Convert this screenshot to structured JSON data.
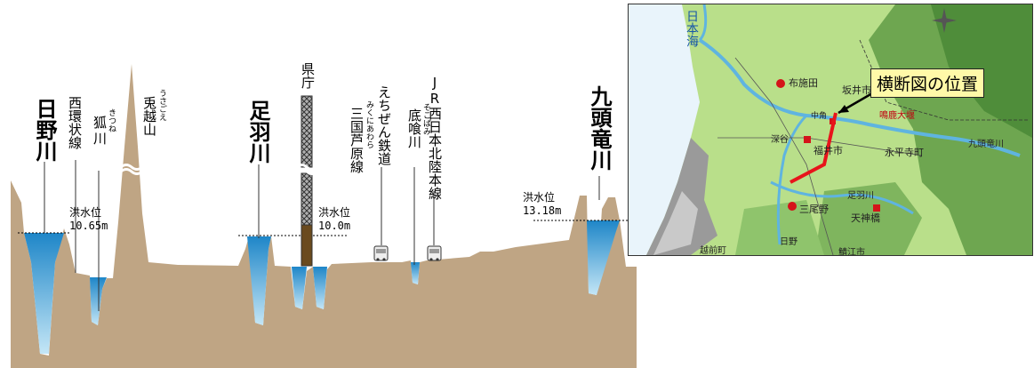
{
  "rivers": {
    "hino": "日野川",
    "asuwa": "足羽川",
    "kuzuryu": "九頭竜川"
  },
  "features": {
    "nishi_kanjo": "西環状線",
    "kitsune": "狐",
    "kitsune_ruby": "きつね",
    "kitsune_kawa": "川",
    "usagigoe": "兎越山",
    "usagigoe_ruby": "うさごえ",
    "kencho": "県庁",
    "echizen_tetsudo": "えちぜん鉄道",
    "mikuni_awara": "三国芦原線",
    "mikuni_awara_ruby": "みくにあわら",
    "sokobami": "底喰川",
    "sokobami_ruby": "そこばみ",
    "jr_line": "JR西日本北陸本線"
  },
  "water_levels": [
    {
      "label": "洪水位",
      "value": "10.65m"
    },
    {
      "label": "洪水位",
      "value": "10.0m"
    },
    {
      "label": "洪水位",
      "value": "13.18m"
    }
  ],
  "map": {
    "callout": "横断図の位置",
    "labels": {
      "sea": "日本海",
      "fuseta": "布施田",
      "sakai": "坂井市",
      "fukui": "福井市",
      "eiheiji": "永平寺町",
      "kuzuryu": "九頭竜川",
      "asuwa": "足羽川",
      "sanpono": "三尾野",
      "tenjin": "天神橋",
      "narutaki": "鳴鹿大堰",
      "echizen": "越前町",
      "nakatsu": "中角",
      "hino": "日野",
      "fukui_small": "深谷",
      "sabae": "鯖江市"
    }
  },
  "colors": {
    "ground": "#bfa584",
    "water_top": "#1a7fc4",
    "water_bottom": "#bfe3f5",
    "map_green": "#b9df8a",
    "callout_bg": "#fff9a8",
    "section_line": "#e8141b"
  }
}
